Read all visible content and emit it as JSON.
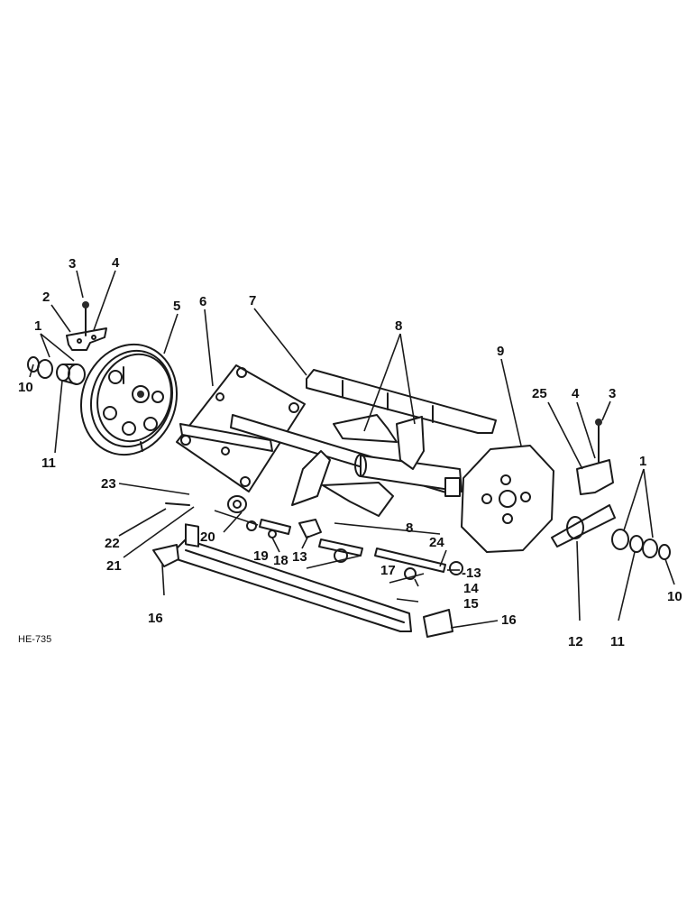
{
  "figure_code": "HE-735",
  "callouts": [
    {
      "id": "c1a",
      "text": "1"
    },
    {
      "id": "c2",
      "text": "2"
    },
    {
      "id": "c3a",
      "text": "3"
    },
    {
      "id": "c4a",
      "text": "4"
    },
    {
      "id": "c5",
      "text": "5"
    },
    {
      "id": "c6",
      "text": "6"
    },
    {
      "id": "c7",
      "text": "7"
    },
    {
      "id": "c8a",
      "text": "8"
    },
    {
      "id": "c9",
      "text": "9"
    },
    {
      "id": "c10a",
      "text": "10"
    },
    {
      "id": "c11a",
      "text": "11"
    },
    {
      "id": "c23",
      "text": "23"
    },
    {
      "id": "c22",
      "text": "22"
    },
    {
      "id": "c21",
      "text": "21"
    },
    {
      "id": "c20",
      "text": "20"
    },
    {
      "id": "c19",
      "text": "19"
    },
    {
      "id": "c18",
      "text": "18"
    },
    {
      "id": "c13a",
      "text": "13"
    },
    {
      "id": "c8b",
      "text": "8"
    },
    {
      "id": "c24",
      "text": "24"
    },
    {
      "id": "c17",
      "text": "17"
    },
    {
      "id": "c13b",
      "text": "-13"
    },
    {
      "id": "c14",
      "text": "14"
    },
    {
      "id": "c15",
      "text": "15"
    },
    {
      "id": "c16a",
      "text": "16"
    },
    {
      "id": "c16b",
      "text": "16"
    },
    {
      "id": "c25",
      "text": "25"
    },
    {
      "id": "c4b",
      "text": "4"
    },
    {
      "id": "c3b",
      "text": "3"
    },
    {
      "id": "c1b",
      "text": "1"
    },
    {
      "id": "c12",
      "text": "12"
    },
    {
      "id": "c11b",
      "text": "11"
    },
    {
      "id": "c10b",
      "text": "10"
    }
  ]
}
